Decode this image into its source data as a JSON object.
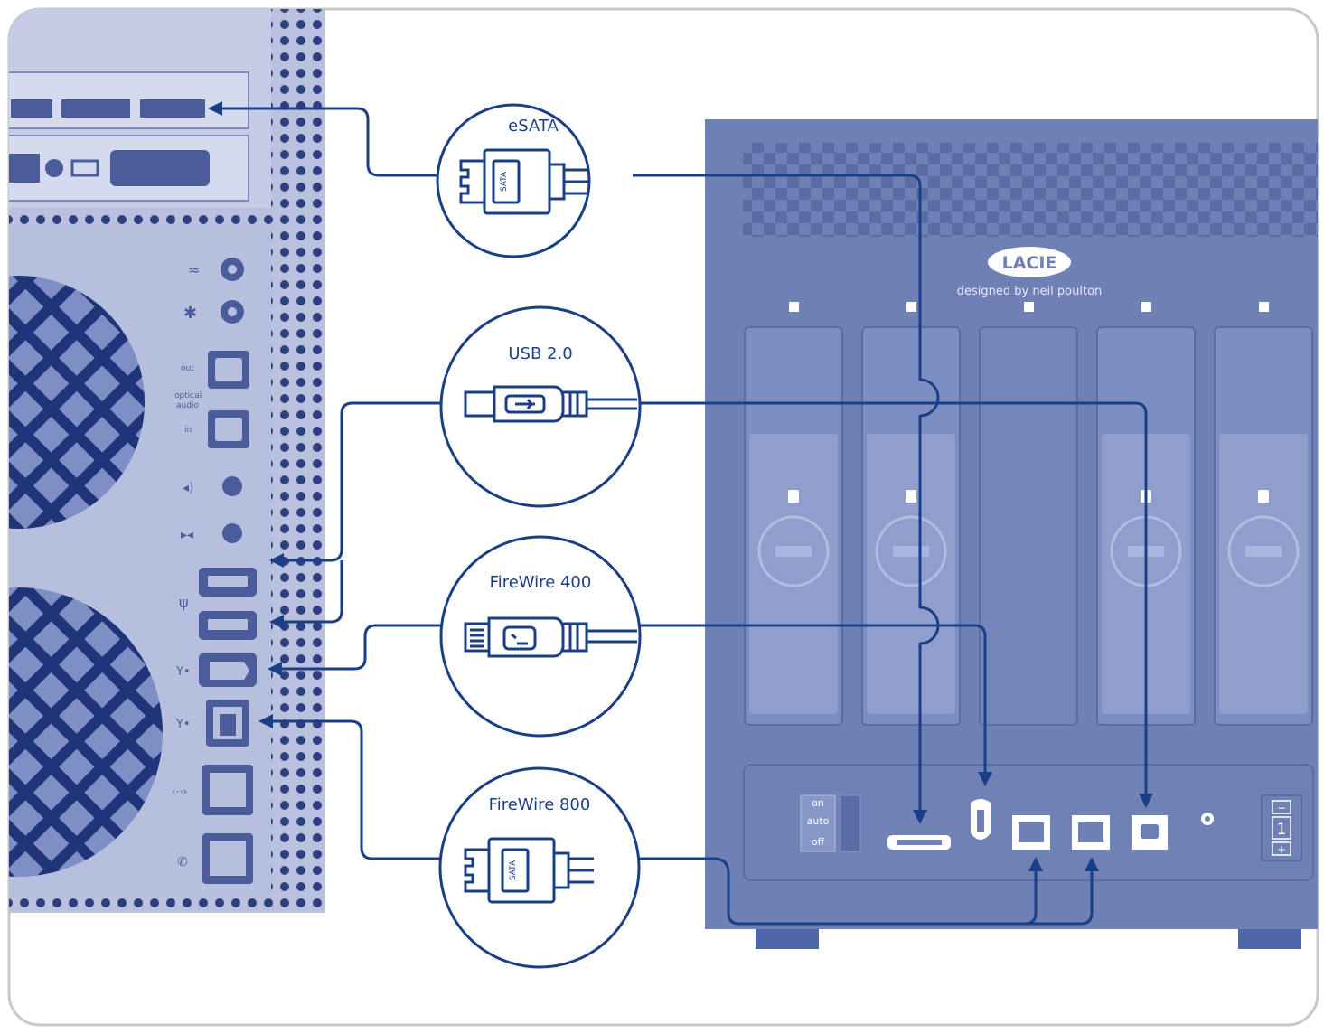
{
  "connectors": [
    {
      "id": "esata",
      "label": "eSATA",
      "plug_text": "SATA"
    },
    {
      "id": "usb",
      "label": "USB 2.0"
    },
    {
      "id": "fw400",
      "label": "FireWire 400"
    },
    {
      "id": "fw800",
      "label": "FireWire 800",
      "plug_text": "SATA"
    }
  ],
  "enclosure": {
    "brand_logo_text": "LACIE",
    "tagline": "designed by neil poulton",
    "switch_on": "on",
    "switch_auto": "auto",
    "switch_off": "off",
    "raid_minus": "−",
    "raid_value": "1",
    "raid_plus": "+"
  },
  "computer_ports": {
    "optical_out": "out",
    "optical_label_1": "optical",
    "optical_label_2": "audio",
    "optical_in": "in"
  },
  "colors": {
    "line": "#1b3f86",
    "tower_bg": "#b7bfde",
    "tower_dark": "#4a5c9a",
    "enclosure": "#6e80b4",
    "bay": "#8a9acb",
    "frame": "#c8c8c8"
  }
}
